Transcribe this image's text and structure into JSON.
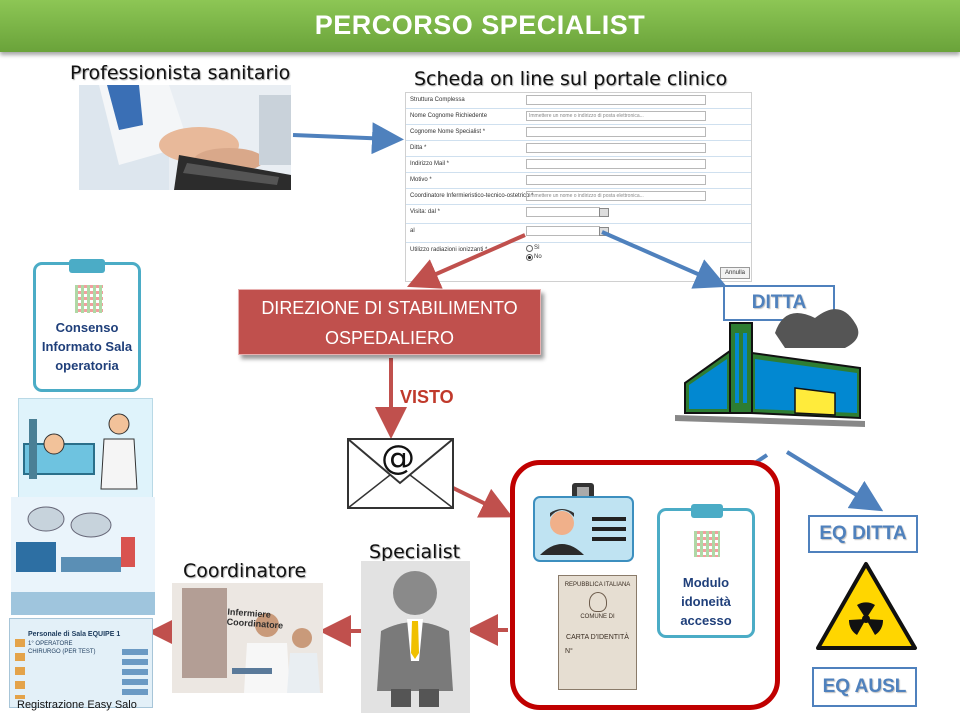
{
  "title": "PERCORSO SPECIALIST",
  "labels": {
    "professional": "Professionista sanitario",
    "form_title": "Scheda on line sul portale clinico",
    "direction": "DIREZIONE DI STABILIMENTO OSPEDALIERO",
    "visto": "VISTO",
    "ditta": "DITTA",
    "eq_ditta": "EQ DITTA",
    "eq_ausl": "EQ AUSL",
    "specialist": "Specialist",
    "coordinatore": "Coordinatore",
    "consenso": "Consenso Informato Sala operatoria",
    "modulo": "Modulo idoneità accesso",
    "registrazione": "Registrazione Easy Salo",
    "email_symbol": "@",
    "nurse_overlay": "Infermiere Coordinatore"
  },
  "form": {
    "rows": [
      {
        "label": "Struttura Complessa",
        "value": ""
      },
      {
        "label": "Nome Cognome Richiedente",
        "value": "Immettere un nome o indirizzo di posta elettronica..."
      },
      {
        "label": "Cognome Nome Specialist *",
        "value": ""
      },
      {
        "label": "Ditta *",
        "value": ""
      },
      {
        "label": "Indirizzo Mail *",
        "value": ""
      },
      {
        "label": "Motivo *",
        "value": ""
      },
      {
        "label": "Coordinatore Infermieristico-tecnico-ostetrico *",
        "value": "Immettere un nome o indirizzo di posta elettronica..."
      },
      {
        "label": "Visita: dal *",
        "value": ""
      },
      {
        "label": "al",
        "value": ""
      }
    ],
    "radiation_label": "Utilizzo radiazioni ionizzanti *",
    "option_si": "Sì",
    "option_no": "No",
    "cancel_label": "Annulla"
  },
  "id_card": {
    "republic": "REPUBBLICA ITALIANA",
    "comune": "COMUNE DI",
    "title": "CARTA D'IDENTITÀ",
    "number": "N°"
  },
  "easy_salo": {
    "line1": "Personale di Sala EQUIPE 1",
    "line2": "1° OPERATORE",
    "line3": "CHIRURGO (PER TEST)"
  },
  "colors": {
    "banner": "#77b043",
    "red_arrow": "#c0504d",
    "blue_arrow": "#4f81bd",
    "box_red": "#c00000",
    "clip_teal": "#4bacc6"
  }
}
